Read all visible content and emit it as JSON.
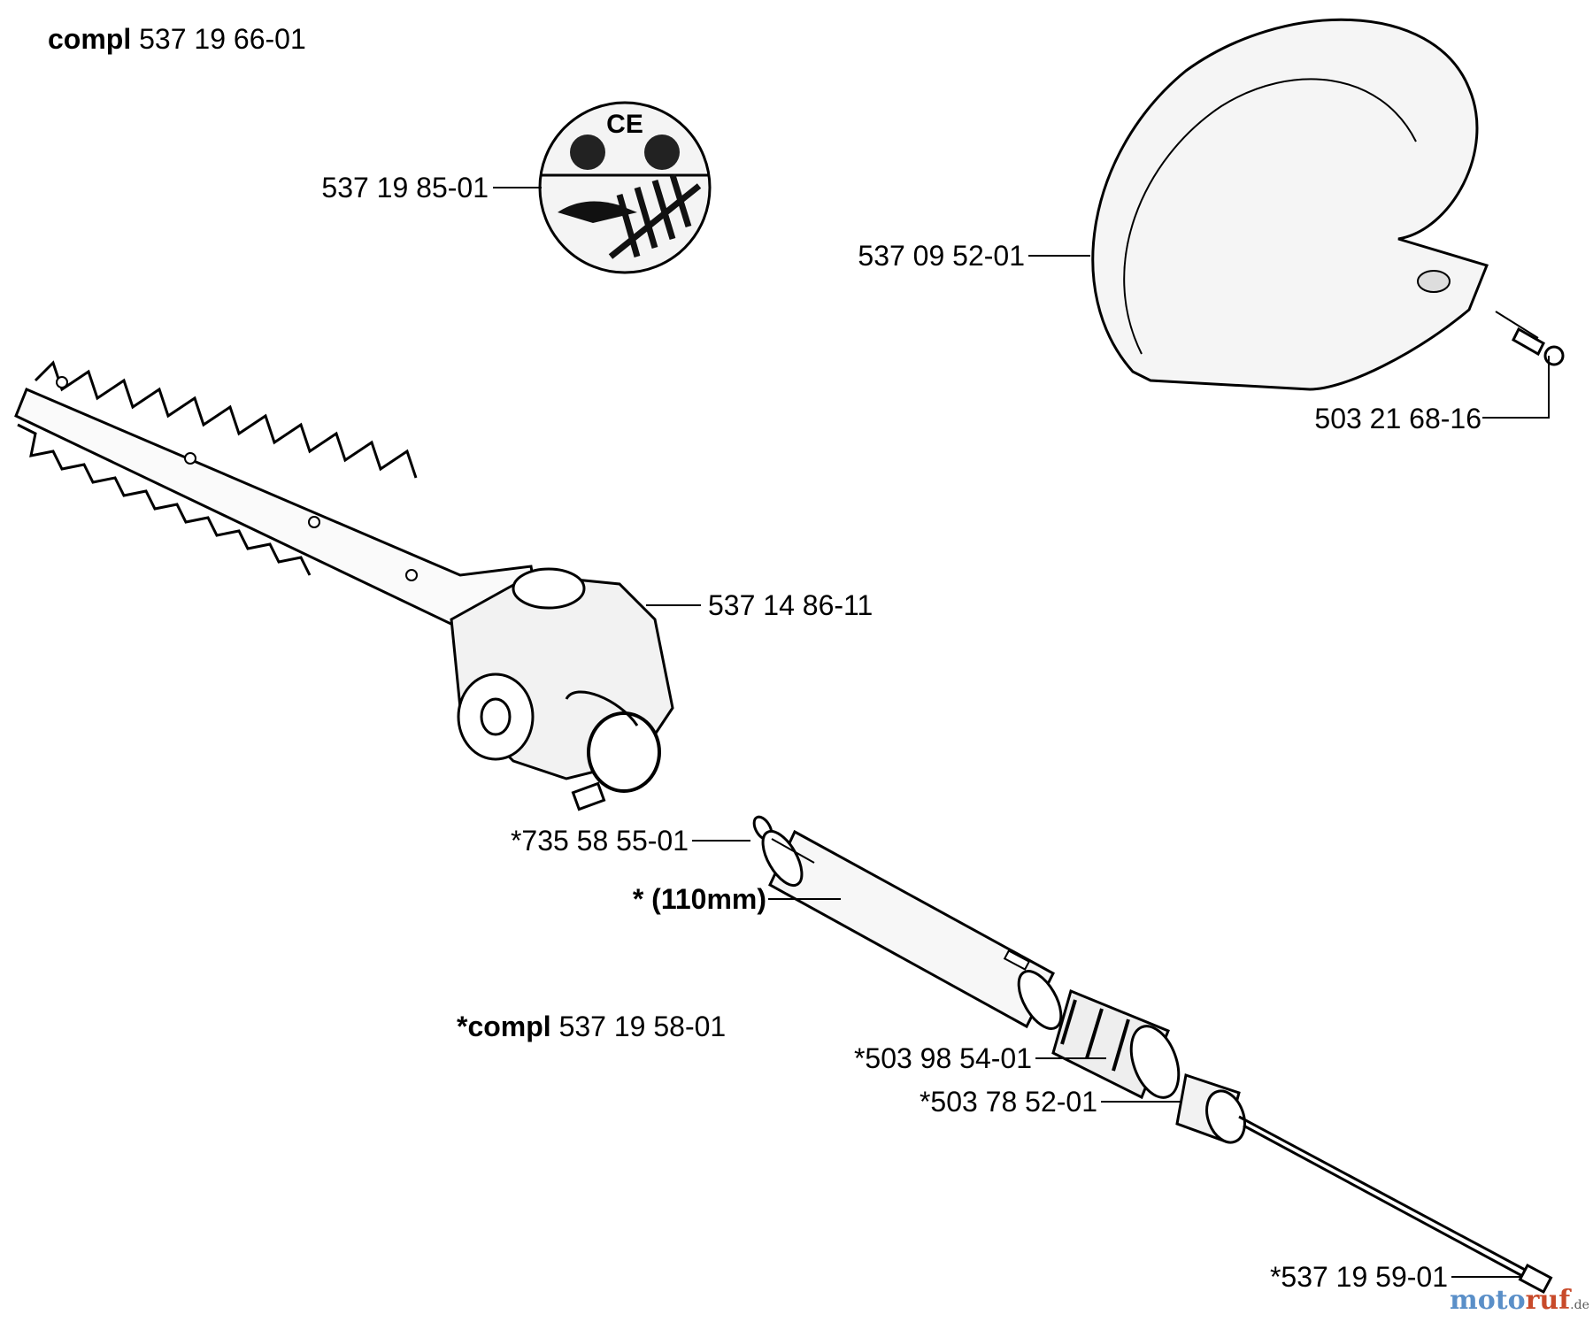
{
  "header": {
    "compl_prefix": "compl",
    "compl_number": "537 19 66-01"
  },
  "subassembly": {
    "compl_prefix": "*compl",
    "compl_number": "537 19 58-01"
  },
  "parts": [
    {
      "id": "warning-decal",
      "number": "537 19 85-01"
    },
    {
      "id": "guard",
      "number": "537 09 52-01"
    },
    {
      "id": "guard-screw",
      "number": "503 21 68-16"
    },
    {
      "id": "gear-housing",
      "number": "537 14 86-11"
    },
    {
      "id": "washer",
      "number": "*735 58 55-01"
    },
    {
      "id": "shaft-tube",
      "number": "* (110mm)"
    },
    {
      "id": "bearing-sleeve",
      "number": "*503 98 54-01"
    },
    {
      "id": "shaft-coupling",
      "number": "*503 78 52-01"
    },
    {
      "id": "drive-shaft",
      "number": "*537 19 59-01"
    }
  ],
  "decal": {
    "ce_mark": "CE"
  },
  "watermark": {
    "brand_a": "moto",
    "brand_b": "ruf",
    "tld": ".de"
  },
  "colors": {
    "line": "#000000",
    "decal_fill": "#f2f2f2",
    "watermark_blue": "#5a8fc8",
    "watermark_red": "#c84a2a"
  }
}
